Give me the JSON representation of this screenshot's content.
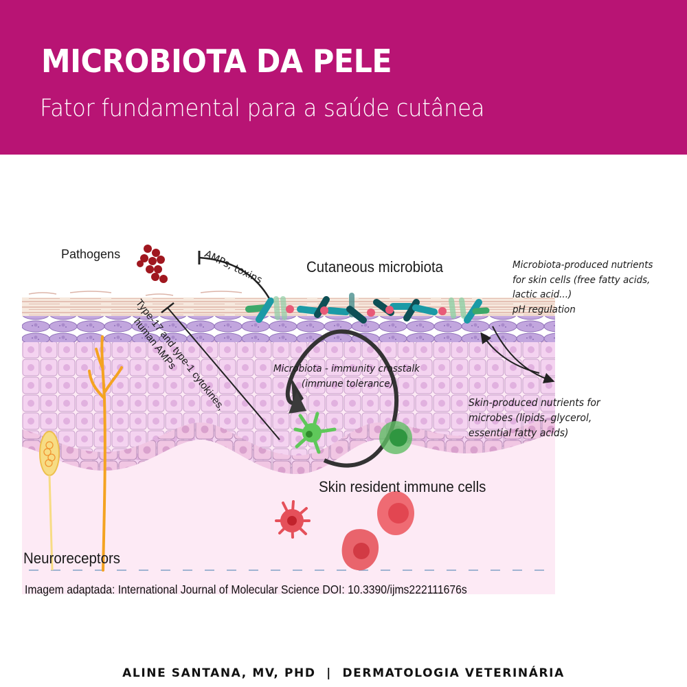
{
  "header": {
    "title": "MICROBIOTA DA PELE",
    "subtitle": "Fator fundamental para a saúde cutânea",
    "background_color": "#b81474"
  },
  "diagram": {
    "labels": {
      "pathogens": "Pathogens",
      "amps_toxins": "AMPs, toxins",
      "cutaneous_microbiota": "Cutaneous microbiota",
      "microbiota_nutrients": [
        "Microbiota-produced nutrients",
        "for skin cells (free fatty acids,",
        "lactic acid...)",
        "pH regulation"
      ],
      "cytokines": [
        "Type-17 and type-1 cytokines,",
        "human AMPs"
      ],
      "crosstalk": [
        "Microbiota - immunity crosstalk",
        "(immune tolerance)"
      ],
      "skin_nutrients": [
        "Skin-produced nutrients for",
        "microbes (lipids, glycerol,",
        "essential fatty acids)"
      ],
      "immune_cells": "Skin resident immune cells",
      "neuroreceptors": "Neuroreceptors"
    },
    "colors": {
      "stratum_corneum": "#f3e3d8",
      "granular_layer": "#b99ad6",
      "spinous_layer": "#f0cdee",
      "basal_layer": "#efc3e1",
      "dermis": "#fdeaf5",
      "pathogen": "#a0171f",
      "bacteria_teal": "#1b9aa6",
      "bacteria_dark": "#0e4f55",
      "bacteria_green": "#3da86a",
      "coccus_pink": "#e85a78",
      "immune_red": "#e5505a",
      "dendritic_green": "#5fc85a",
      "nerve_orange": "#f4a321",
      "corpuscle_yellow": "#f7dc84"
    }
  },
  "credit": {
    "text": "Imagem adaptada:  International Journal of Molecular Science DOI: 10.3390/ijms222111676s"
  },
  "footer": {
    "author": "ALINE SANTANA, MV, PHD",
    "separator": "|",
    "specialty": "DERMATOLOGIA VETERINÁRIA"
  }
}
